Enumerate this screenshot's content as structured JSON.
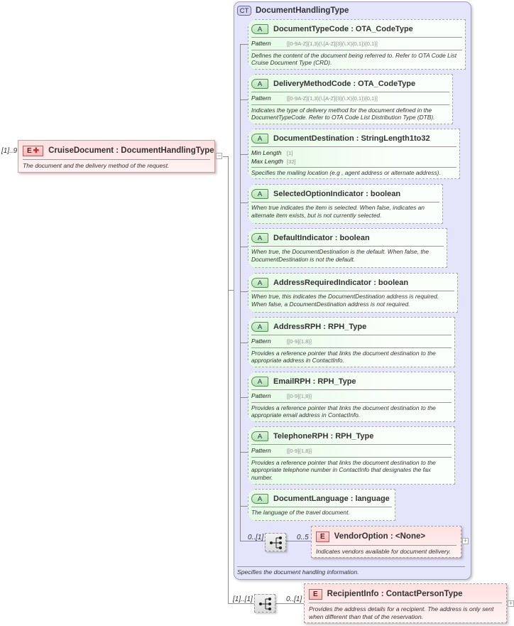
{
  "root_element": {
    "occurrence": "[1]..9",
    "badge": "E",
    "name": "CruiseDocument",
    "type": "DocumentHandlingType",
    "title": "CruiseDocument : DocumentHandlingType",
    "description": "The document and the delivery method of the request.",
    "collapse_toggle": "−"
  },
  "complex_type": {
    "badge": "CT",
    "name": "DocumentHandlingType",
    "description": "Specifies the document handling information."
  },
  "attributes": [
    {
      "badge": "A",
      "title": "DocumentTypeCode : OTA_CodeType",
      "facets": [
        {
          "key": "Pattern",
          "value": "[[0-9A-Z]{1,3}(\\.[A-Z]{3}(\\.X){0,1}){0,1}]"
        }
      ],
      "description": "Defines the content of the document being referred to. Refer to OTA Code List Cruise Document Type (CRD)."
    },
    {
      "badge": "A",
      "title": "DeliveryMethodCode : OTA_CodeType",
      "facets": [
        {
          "key": "Pattern",
          "value": "[[0-9A-Z]{1,3}(\\.[A-Z]{3}(\\.X){0,1}){0,1}]"
        }
      ],
      "description": "Indicates the type of delivery method for the document defined in the DocumentTypeCode. Refer to OTA Code List Distribution Type (DTB)."
    },
    {
      "badge": "A",
      "title": "DocumentDestination : StringLength1to32",
      "facets": [
        {
          "key": "Min Length",
          "value": "[1]"
        },
        {
          "key": "Max Length",
          "value": "[32]"
        }
      ],
      "description": "Specifies the mailing location (e.g , agent address or alternate address)."
    },
    {
      "badge": "A",
      "title": "SelectedOptionIndicator : boolean",
      "facets": [],
      "description": "When true indicates the item is selected. When false, indicates an alternate item exists, but is not currently selected."
    },
    {
      "badge": "A",
      "title": "DefaultIndicator : boolean",
      "facets": [],
      "description": "When true, the DocumentDestination is the default. When false, the DocumentDestination  is not the default."
    },
    {
      "badge": "A",
      "title": "AddressRequiredIndicator : boolean",
      "facets": [],
      "description": "When true, this indicates the DocumentDestination address is required. When false, a DcoumentDestination address is not required."
    },
    {
      "badge": "A",
      "title": "AddressRPH : RPH_Type",
      "facets": [
        {
          "key": "Pattern",
          "value": "[[0-9]{1,8}]"
        }
      ],
      "description": "Provides a reference pointer that links the document destination to the appropriate address in ContactInfo."
    },
    {
      "badge": "A",
      "title": "EmailRPH : RPH_Type",
      "facets": [
        {
          "key": "Pattern",
          "value": "[[0-9]{1,8}]"
        }
      ],
      "description": "Provides a reference pointer that links the document destination to the appropriate email address in ContactInfo."
    },
    {
      "badge": "A",
      "title": "TelephoneRPH : RPH_Type",
      "facets": [
        {
          "key": "Pattern",
          "value": "[[0-9]{1,8}]"
        }
      ],
      "description": "Provides a reference pointer that links the document destination to the appropriate telephone number in ContactInfo that designates the fax number."
    },
    {
      "badge": "A",
      "title": "DocumentLanguage : language",
      "facets": [],
      "description": "The language of the travel document."
    }
  ],
  "inner_sequence": {
    "occurrence": "0..[1]",
    "child": {
      "occurrence": "0..5",
      "badge": "E",
      "title": "VendorOption : <None>",
      "description": "Indicates vendors available for document delivery.",
      "expand_toggle": "+"
    }
  },
  "outer_sequence": {
    "occurrence": "[1]..[1]",
    "child": {
      "occurrence": "0..[1]",
      "badge": "E",
      "title": "RecipientInfo : ContactPersonType",
      "description": "Provides the address details for a recipient. The address is only sent when different than that of the reservation.",
      "expand_toggle": "+"
    }
  }
}
